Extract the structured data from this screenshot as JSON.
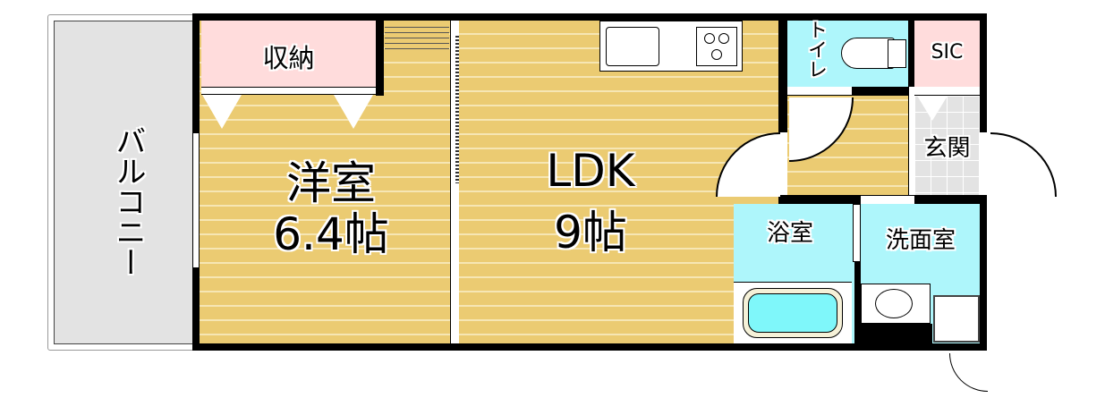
{
  "rooms": {
    "balcony": "バルコニー",
    "storage": "収納",
    "western_room": {
      "name": "洋室",
      "size": "6.4帖"
    },
    "ldk": {
      "name": "LDK",
      "size": "9帖"
    },
    "toilet": "トイレ",
    "sic": "SIC",
    "entrance": "玄関",
    "bathroom": "浴室",
    "washroom": "洗面室"
  },
  "colors": {
    "floor": "#ebcb72",
    "wet_area": "#aef6fb",
    "storage": "#ffdcdc",
    "balcony": "#e3e3e3"
  }
}
